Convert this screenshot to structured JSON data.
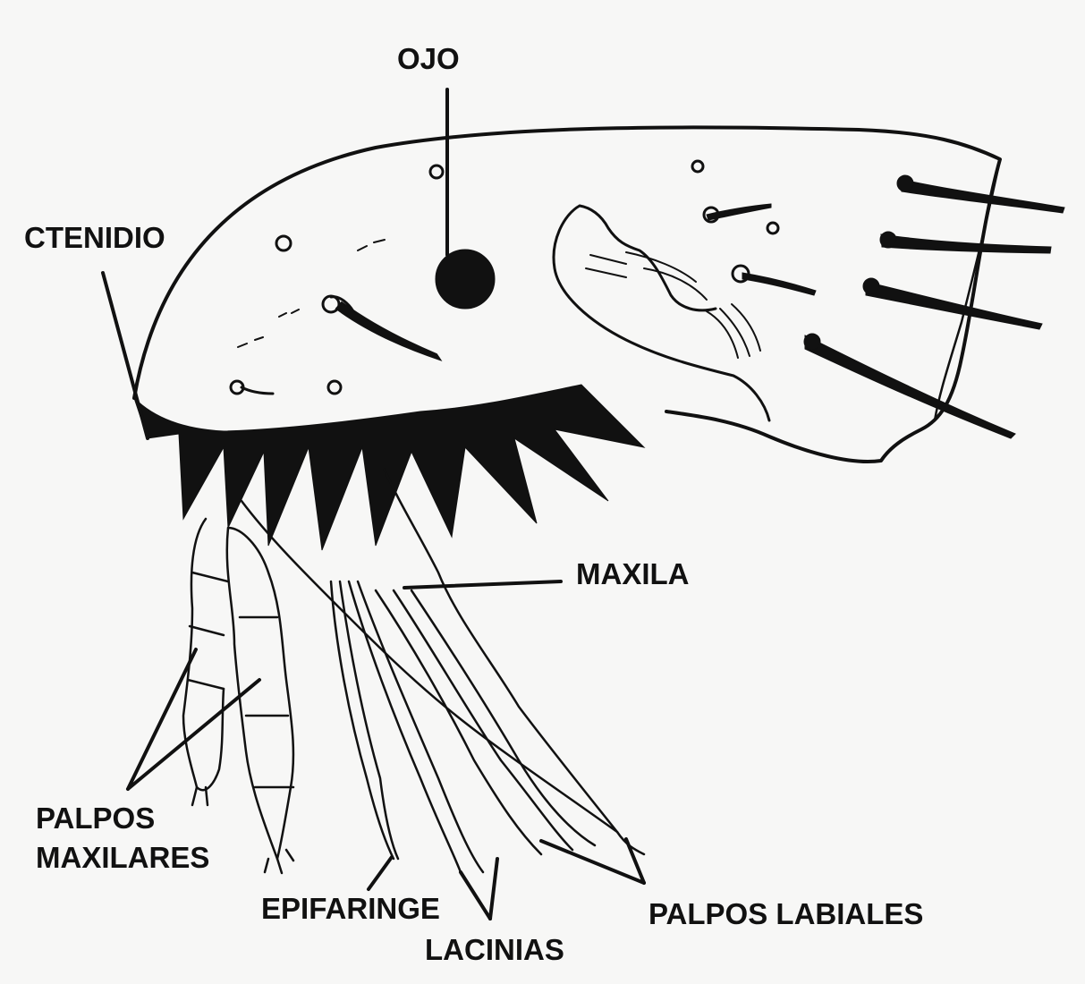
{
  "diagram": {
    "subject": "flea head, lateral view",
    "labels": {
      "ojo": "OJO",
      "ctenidio": "CTENIDIO",
      "maxila": "MAXILA",
      "palpos_maxilares_line1": "PALPOS",
      "palpos_maxilares_line2": "MAXILARES",
      "epifaringe": "EPIFARINGE",
      "lacinias": "LACINIAS",
      "palpos_labiales": "PALPOS LABIALES"
    }
  }
}
